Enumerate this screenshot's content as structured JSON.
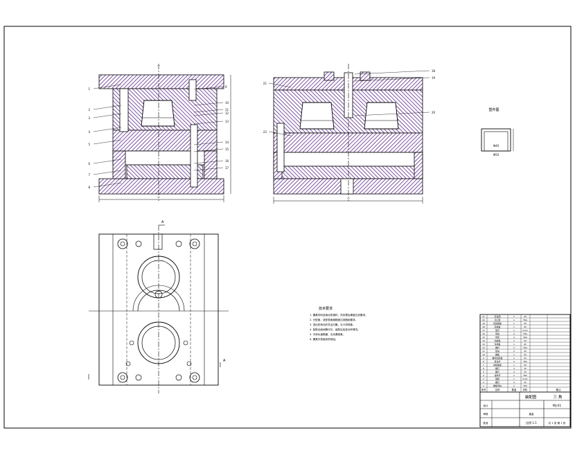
{
  "drawing": {
    "line_color": "#000000",
    "hatch_color": "#5a2a8a",
    "paper_color": "#ffffff"
  },
  "front_view": {
    "top_dim": "···",
    "bottom_dim": "···",
    "callouts_left": [
      "1",
      "2",
      "3",
      "4",
      "5",
      "6",
      "7",
      "8"
    ],
    "callouts_right": [
      "9",
      "10",
      "11",
      "12",
      "13",
      "14",
      "15",
      "16",
      "17"
    ]
  },
  "side_view": {
    "bottom_dim": "···",
    "callouts_right": [
      "18",
      "19",
      "20"
    ],
    "callouts_left": [
      "21",
      "22"
    ]
  },
  "plan_view": {
    "section_marks": [
      "A",
      "A"
    ]
  },
  "part_sketch": {
    "title": "塑件图",
    "dims": [
      "Φ40",
      "Φ50"
    ]
  },
  "tech_notes": {
    "title": "技术要求",
    "lines": [
      "1. 模具材料选用优质钢材，热处理后硬度达到要求。",
      "2. 分型面、成型表面粗糙度达到图纸要求。",
      "3. 顶出机构动作灵活可靠，无卡滞现象。",
      "4. 各配合面间隙均匀，装配后检查动作情况。",
      "5. 冷却水道畅通，无渗漏现象。",
      "6. 模具外表面涂防锈油。"
    ]
  },
  "bom": {
    "rows": [
      [
        "21",
        "定位圈",
        "1",
        "45",
        ""
      ],
      [
        "20",
        "浇口套",
        "1",
        "T8A",
        ""
      ],
      [
        "19",
        "定模座板",
        "1",
        "45",
        ""
      ],
      [
        "18",
        "定模板",
        "1",
        "45",
        ""
      ],
      [
        "17",
        "型芯",
        "1",
        "Cr12",
        ""
      ],
      [
        "16",
        "导柱",
        "4",
        "T8A",
        ""
      ],
      [
        "15",
        "导套",
        "4",
        "T8A",
        ""
      ],
      [
        "14",
        "动模板",
        "1",
        "45",
        ""
      ],
      [
        "13",
        "支承板",
        "1",
        "45",
        ""
      ],
      [
        "12",
        "推杆",
        "2",
        "T8A",
        ""
      ],
      [
        "11",
        "垫块",
        "2",
        "45",
        ""
      ],
      [
        "10",
        "推板",
        "1",
        "45",
        ""
      ],
      [
        "9",
        "推杆固定板",
        "1",
        "45",
        ""
      ],
      [
        "8",
        "复位杆",
        "4",
        "T8A",
        ""
      ],
      [
        "7",
        "动模座板",
        "1",
        "45",
        ""
      ],
      [
        "6",
        "螺钉",
        "4",
        "35",
        ""
      ],
      [
        "5",
        "螺钉",
        "4",
        "35",
        ""
      ],
      [
        "4",
        "拉料杆",
        "1",
        "T8A",
        ""
      ],
      [
        "3",
        "型腔",
        "1",
        "Cr12",
        ""
      ],
      [
        "2",
        "螺钉",
        "4",
        "35",
        ""
      ],
      [
        "1",
        "推板导柱",
        "2",
        "T8A",
        ""
      ]
    ],
    "headers": [
      "序号",
      "名称",
      "数量",
      "材料",
      "备注"
    ]
  },
  "title_block": {
    "drawing_name": "装配图",
    "school": "三 角",
    "scale_label": "比例 1:1",
    "sheet": "共 1 张 第 1 张",
    "designer": "设计",
    "checker": "审核",
    "approved": "批准",
    "weight": "重量",
    "number": "MJ-01"
  }
}
